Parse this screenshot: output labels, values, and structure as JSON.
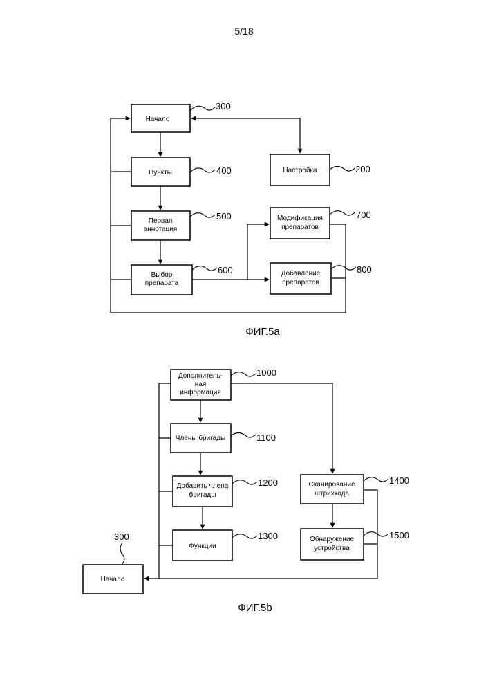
{
  "page_number": "5/18",
  "fig5a": {
    "caption": "ФИГ.5a",
    "nachalo": {
      "label": "Начало",
      "ref": "300"
    },
    "punkty": {
      "label": "Пункты",
      "ref": "400"
    },
    "nastroika": {
      "label": "Настройка",
      "ref": "200"
    },
    "annotation": {
      "line1": "Первая",
      "line2": "аннотация",
      "ref": "500"
    },
    "selection": {
      "line1": "Выбор",
      "line2": "препарата",
      "ref": "600"
    },
    "modification": {
      "line1": "Модификация",
      "line2": "препаратов",
      "ref": "700"
    },
    "addition": {
      "line1": "Добавление",
      "line2": "препаратов",
      "ref": "800"
    }
  },
  "fig5b": {
    "caption": "ФИГ.5b",
    "extra_info": {
      "line1": "Дополнитель-",
      "line2": "ная",
      "line3": "информация",
      "ref": "1000"
    },
    "members": {
      "label": "Члены бригады",
      "ref": "1100"
    },
    "add_member": {
      "line1": "Добавить члена",
      "line2": "бригады",
      "ref": "1200"
    },
    "functions": {
      "label": "Функции",
      "ref": "1300"
    },
    "scan": {
      "line1": "Сканирование",
      "line2": "штрихкода",
      "ref": "1400"
    },
    "detect": {
      "line1": "Обнаружение",
      "line2": "устройства",
      "ref": "1500"
    },
    "start": {
      "label": "Начало",
      "ref": "300"
    }
  }
}
